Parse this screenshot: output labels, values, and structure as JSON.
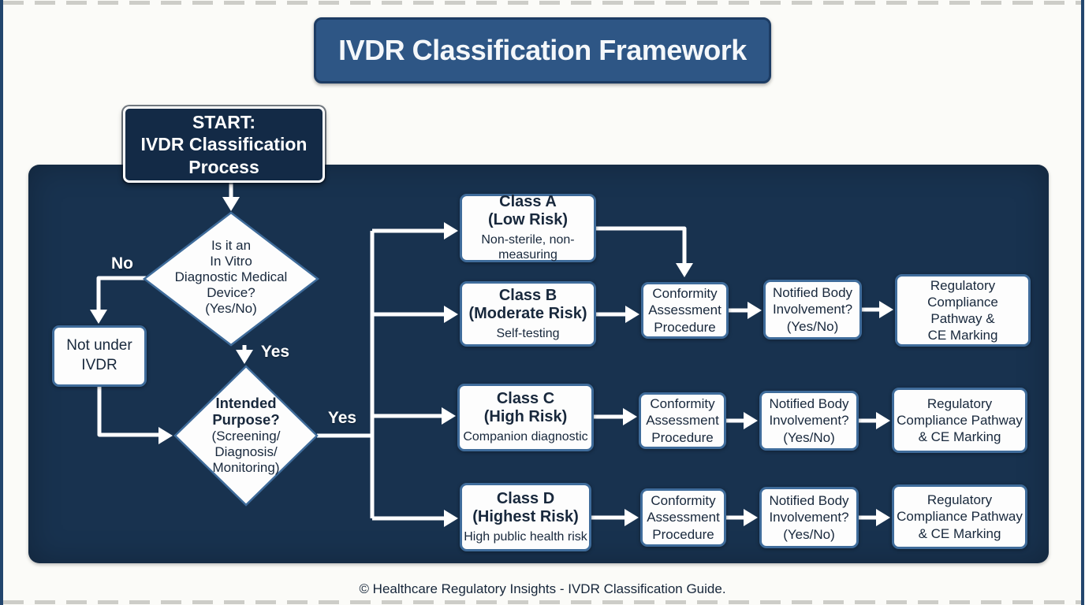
{
  "page": {
    "title": "IVDR Classification Framework",
    "footer": "© Healthcare Regulatory Insights - IVDR Classification Guide."
  },
  "colors": {
    "panel": "#18324f",
    "title_bg": "#2e5685",
    "start_bg": "#132a46",
    "node_border": "#3f6c9b",
    "arrow": "#ffffff",
    "text_dark": "#18283c"
  },
  "flow": {
    "start": {
      "lines": [
        "START:",
        "IVDR Classification",
        "Process"
      ]
    },
    "decision_ivd": {
      "lines": [
        "Is it an",
        "In Vitro",
        "Diagnostic Medical",
        "Device?",
        "(Yes/No)"
      ]
    },
    "decision_purpose": {
      "bold_lines": [
        "Intended",
        "Purpose?"
      ],
      "lines": [
        "(Screening/",
        "Diagnosis/",
        "Monitoring)"
      ]
    },
    "labels": {
      "no": "No",
      "yes_device": "Yes",
      "yes_purpose": "Yes"
    },
    "not_under_ivdr": {
      "lines": [
        "Not under",
        "IVDR"
      ]
    },
    "classes": [
      {
        "name": "Class A",
        "risk": "(Low Risk)",
        "desc_lines": [
          "Non-sterile, non-",
          "measuring"
        ]
      },
      {
        "name": "Class B",
        "risk": "(Moderate Risk)",
        "desc_lines": [
          "Self-testing"
        ]
      },
      {
        "name": "Class C",
        "risk": "(High Risk)",
        "desc_lines": [
          "Companion diagnostic"
        ]
      },
      {
        "name": "Class D",
        "risk": "(Highest Risk)",
        "desc_lines": [
          "High public health risk"
        ]
      }
    ],
    "process": {
      "conformity": [
        "Conformity",
        "Assessment",
        "Procedure"
      ],
      "notified": [
        "Notified Body",
        "Involvement?",
        "(Yes/No)"
      ],
      "regulatory_wide": [
        "Regulatory",
        "Compliance",
        "Pathway &",
        "CE Marking"
      ],
      "regulatory": [
        "Regulatory",
        "Compliance Pathway",
        "& CE Marking"
      ]
    }
  }
}
